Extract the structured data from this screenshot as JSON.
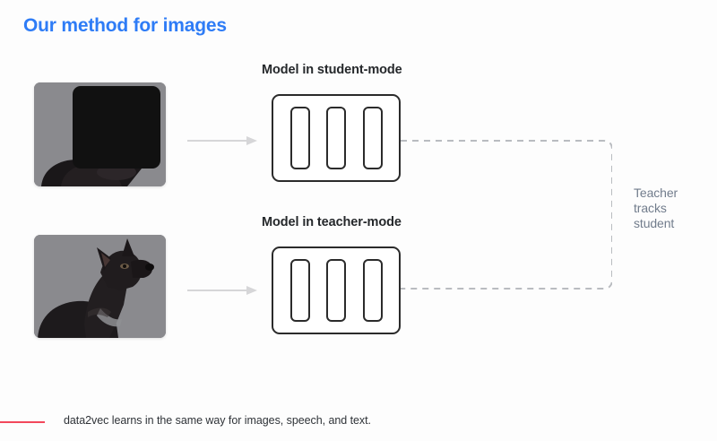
{
  "slide": {
    "title": "Our method for images",
    "title_color": "#2e7cf6",
    "background_color": "#fdfdfd"
  },
  "pipeline": {
    "student": {
      "image_alt": "masked-dog-photo",
      "image_description": "Photo of a black Great Dane on a gray background, largely covered by a black mask patch",
      "arrow_label": "feeds-into",
      "model_label": "Model in student-mode",
      "unit_count": 3
    },
    "teacher": {
      "image_alt": "full-dog-photo",
      "image_description": "Photo of a black Great Dane on a gray background, unmasked",
      "arrow_label": "feeds-into",
      "model_label": "Model in teacher-mode",
      "unit_count": 3
    }
  },
  "tracking": {
    "text": "Teacher\ntracks\nstudent",
    "line1": "Teacher",
    "line2": "tracks",
    "line3": "student",
    "text_color": "#717c8c",
    "connector_style": "dashed",
    "connector_color": "#b9bcc0"
  },
  "footer": {
    "caption": "data2vec learns in the same way for images, speech, and text.",
    "rule_color": "#f2485b"
  },
  "colors": {
    "accent_blue": "#2e7cf6",
    "accent_red": "#f2485b",
    "outline_dark": "#2b2b2b",
    "arrow_gray": "#d4d4d6",
    "photo_background": "#8a8a8e",
    "mask_black": "#111111"
  }
}
